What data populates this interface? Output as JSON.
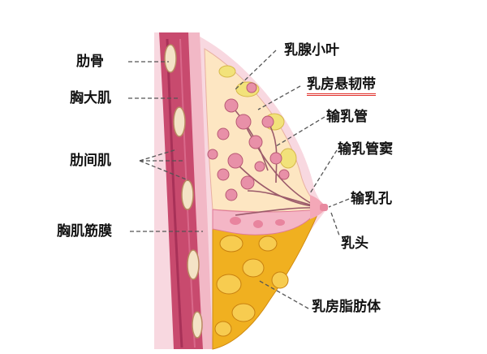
{
  "colors": {
    "background": "#ffffff",
    "label_text": "#111111",
    "leader_line": "#555555",
    "highlight_underline": "#e0302a",
    "muscle": "#c84a6e",
    "fascia": "#f2b8c6",
    "fat": "#f0b020",
    "skin": "#f6d2dc",
    "lobule": "#e890a8"
  },
  "labels": {
    "rib": "肋骨",
    "pectoralis_major": "胸大肌",
    "intercostal": "肋间肌",
    "pectoral_fascia": "胸肌筋膜",
    "lobule": "乳腺小叶",
    "suspensory_ligament": "乳房悬韧带",
    "duct": "输乳管",
    "sinus": "输乳管窦",
    "pore": "输乳孔",
    "nipple": "乳头",
    "fat_body": "乳房脂肪体"
  }
}
